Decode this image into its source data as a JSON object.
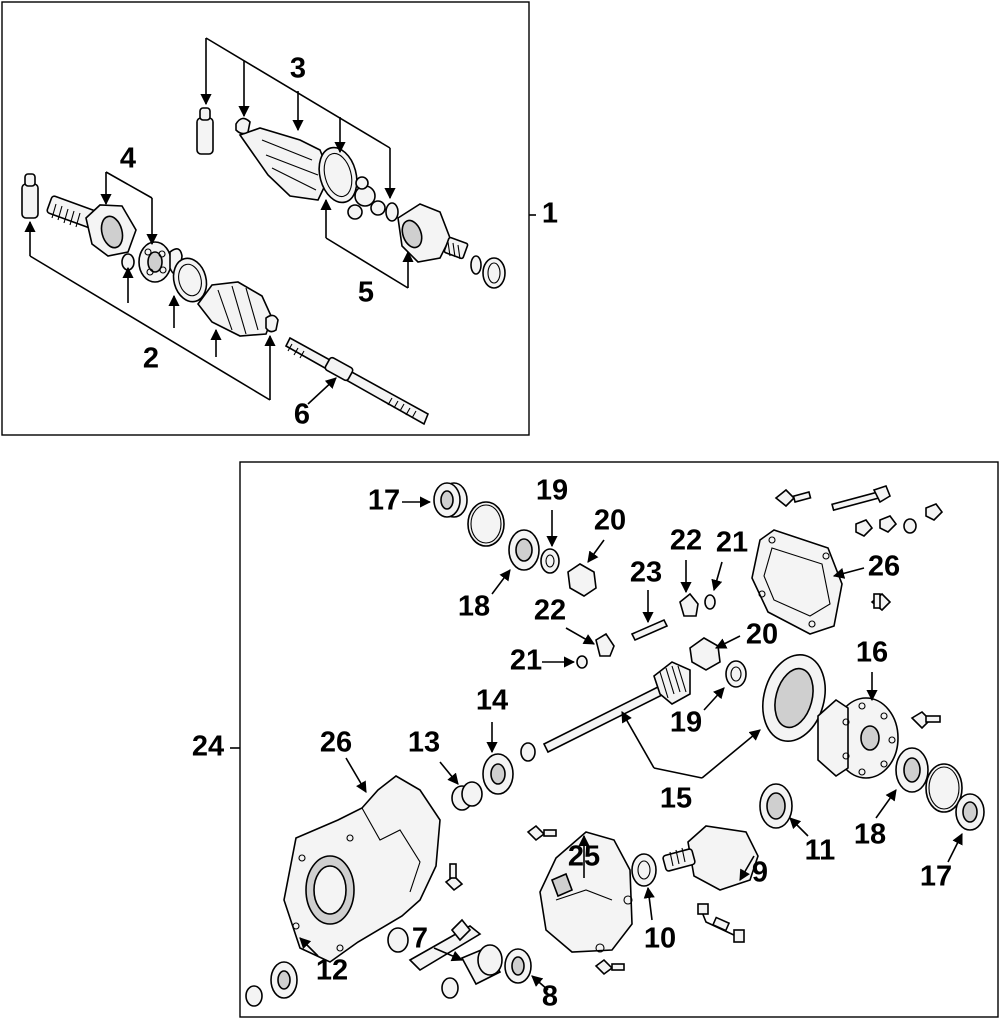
{
  "diagram": {
    "upper_group_callout": "1",
    "lower_group_callout": "24",
    "callouts": {
      "c2": "2",
      "c3": "3",
      "c4": "4",
      "c5": "5",
      "c6": "6",
      "c7": "7",
      "c8": "8",
      "c9": "9",
      "c10": "10",
      "c11": "11",
      "c12": "12",
      "c13": "13",
      "c14": "14",
      "c15": "15",
      "c16": "16",
      "c17a": "17",
      "c17b": "17",
      "c18a": "18",
      "c18b": "18",
      "c19a": "19",
      "c19b": "19",
      "c20a": "20",
      "c20b": "20",
      "c21a": "21",
      "c21b": "21",
      "c22a": "22",
      "c22b": "22",
      "c23": "23",
      "c25": "25",
      "c26a": "26",
      "c26b": "26"
    }
  }
}
